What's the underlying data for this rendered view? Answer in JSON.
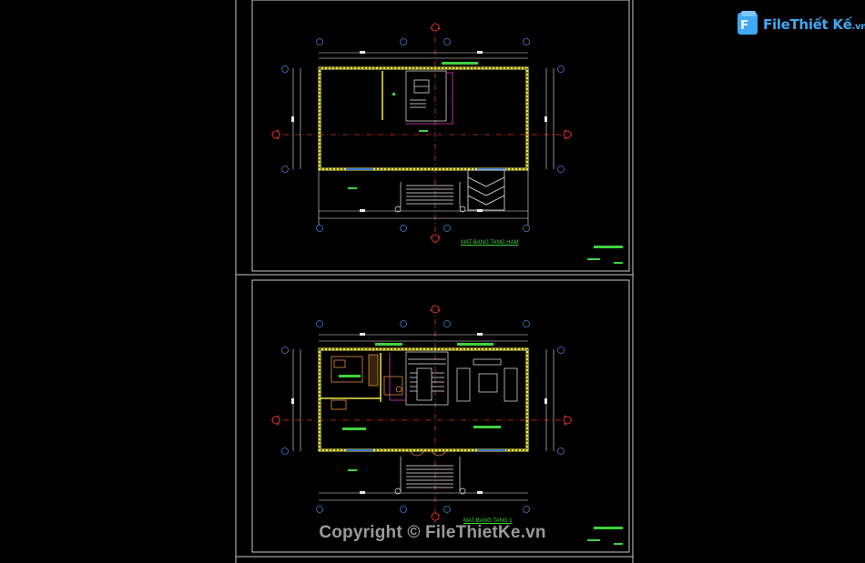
{
  "watermark": {
    "logo_text": "FileThiết Kế",
    "logo_domain": ".vn",
    "copyright": "Copyright © FileThietKe.vn"
  },
  "sheets": [
    {
      "plan_title": "MAT BANG TANG HAM"
    },
    {
      "plan_title": "MAT BANG TANG 1"
    }
  ],
  "colors": {
    "background": "#000000",
    "frame": "#c8c8c8",
    "wall": "#f0e84a",
    "axis": "#e03030",
    "dimension": "#e8e8e8",
    "label_green": "#3dd33d",
    "furniture": "#e08a3a",
    "accent_magenta": "#e040c0",
    "logo": "#3fa9f5"
  }
}
